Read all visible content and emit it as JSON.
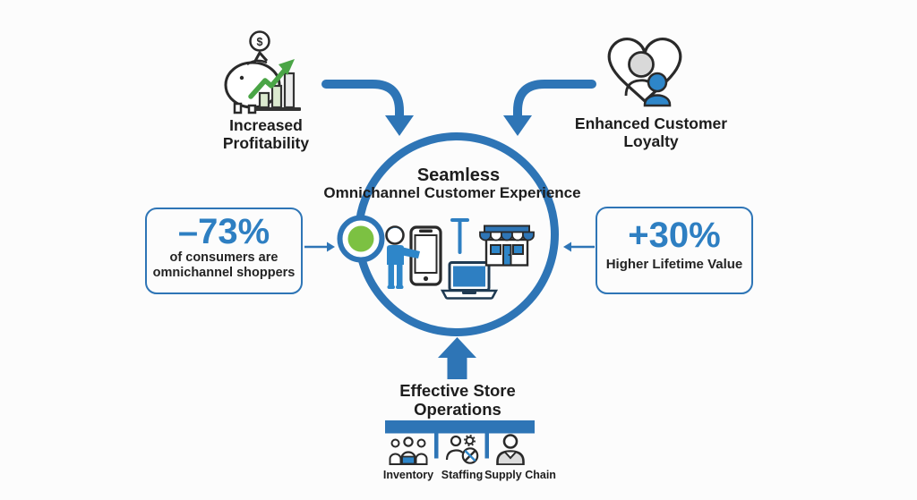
{
  "colors": {
    "diagram_blue": "#2e75b6",
    "accent_blue": "#2e86c9",
    "stat_blue": "#2e7fc2",
    "green_dot": "#7cc142",
    "icon_green": "#4aa546",
    "dark_text": "#1d1d1d",
    "background": "#fcfcfc"
  },
  "benefits": {
    "top_left": {
      "line1": "Increased",
      "line2": "Profitability",
      "icon": "piggy-bank-growth-icon",
      "coin_symbol": "$"
    },
    "top_right": {
      "line1": "Enhanced Customer",
      "line2": "Loyalty",
      "icon": "heart-customers-icon"
    }
  },
  "center": {
    "line1": "Seamless",
    "line2": "Omnichannel Customer Experience",
    "icons": [
      "person-with-phone-icon",
      "laptop-icon",
      "storefront-icon",
      "green-status-dot"
    ]
  },
  "stats": {
    "left": {
      "value": "–73%",
      "desc_line1": "of consumers are",
      "desc_line2": "omnichannel shoppers"
    },
    "right": {
      "value": "+30%",
      "desc_line1": "Higher Lifetime Value"
    }
  },
  "bottom": {
    "line1": "Effective Store",
    "line2": "Operations",
    "items": [
      {
        "label": "Inventory",
        "icon": "inventory-team-icon"
      },
      {
        "label": "Staffing",
        "icon": "staffing-tools-icon"
      },
      {
        "label": "Supply Chain",
        "icon": "supply-chain-person-icon"
      }
    ]
  }
}
